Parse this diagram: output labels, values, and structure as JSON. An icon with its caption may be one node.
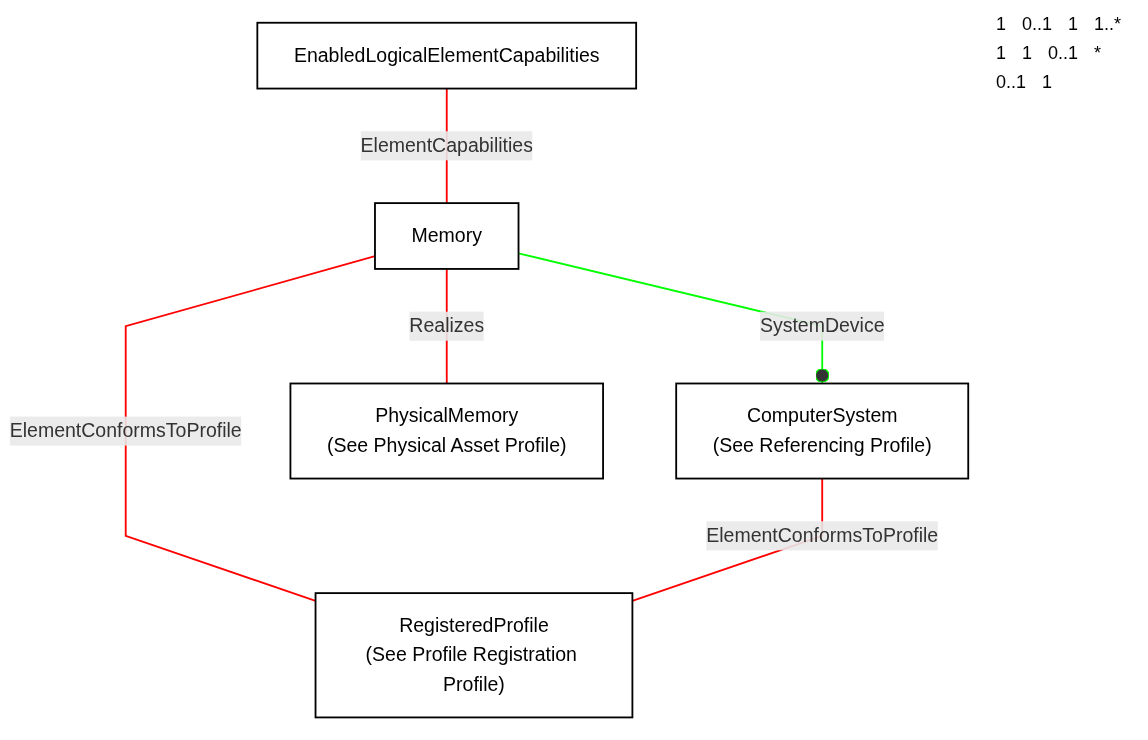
{
  "diagram": {
    "nodes": [
      {
        "text": [
          "EnabledLogicalElementCapabilities"
        ]
      },
      {
        "text": [
          "ComputerSystem",
          "(See Referencing Profile)"
        ]
      },
      {
        "text": [
          "Memory"
        ]
      },
      {
        "text": [
          "PhysicalMemory",
          "(See Physical Asset Profile)"
        ]
      },
      {
        "text": [
          "RegisteredProfile",
          "(See Profile Registration Profile)"
        ]
      }
    ],
    "edges": [
      {
        "from": 0,
        "to": 2,
        "label": "ElementCapabilities",
        "arrow": "none"
      },
      {
        "from": 2,
        "to": 1,
        "label": "SystemDevice",
        "arrow": "other",
        "color": "#00ff00"
      },
      {
        "from": 2,
        "to": 3,
        "label": "Realizes",
        "arrow": "none"
      },
      {
        "from": 2,
        "to": 4,
        "label": "ElementConformsToProfile",
        "arrow": "none"
      },
      {
        "from": 1,
        "to": 4,
        "label": "ElementConformsToProfile",
        "arrow": "none"
      }
    ],
    "labels": [
      "1",
      "0..1",
      "1",
      "1..*",
      "1",
      "1",
      "0..1",
      "*",
      "0..1",
      "1"
    ]
  }
}
